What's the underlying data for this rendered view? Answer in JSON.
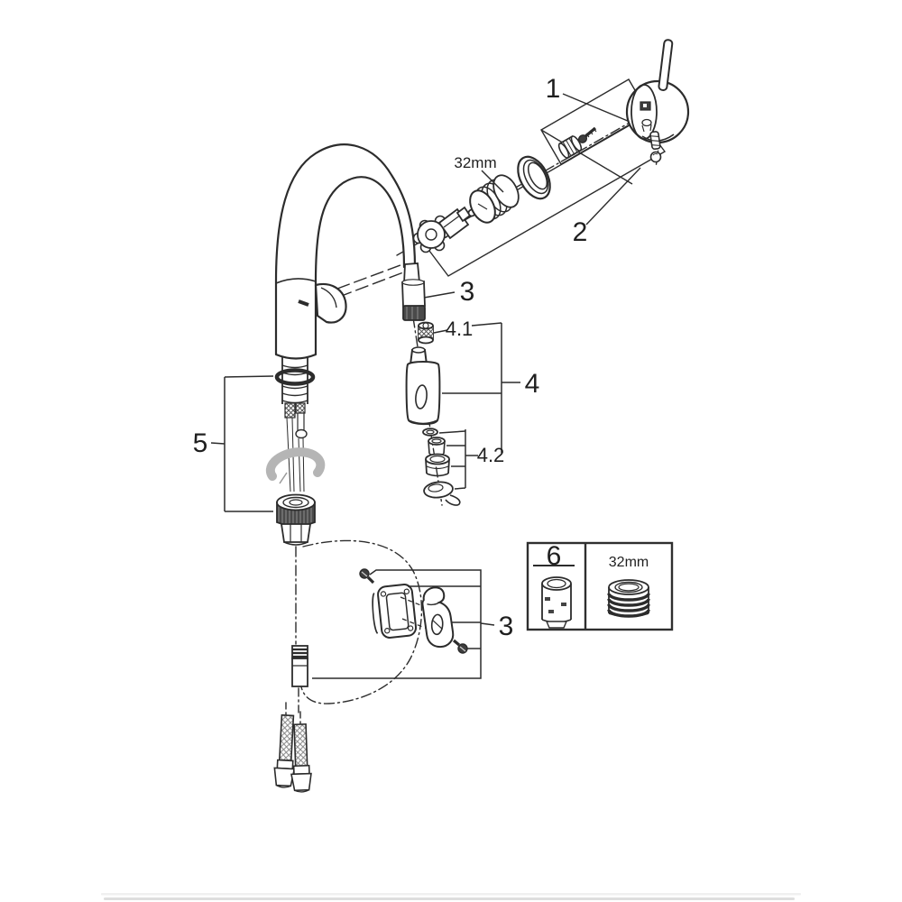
{
  "diagram": {
    "kind": "exploded-parts-diagram (pull-out kitchen faucet)",
    "colors": {
      "background": "#ffffff",
      "line": "#2c2c2c",
      "washer_gray": "#b5b5b5",
      "knurl_dark": "#4a4a4a",
      "divider": "#e0e0e0"
    },
    "labels": {
      "handle_group": "1",
      "cartridge_group": "2",
      "hose_coupling": "3",
      "spray_head_group": "4",
      "check_valve": "4.1",
      "aerator_group": "4.2",
      "mounting_group": "5",
      "holder_group": "3",
      "thread_size_top": "32mm"
    },
    "legend": {
      "number": "6",
      "thread_size": "32mm"
    }
  }
}
